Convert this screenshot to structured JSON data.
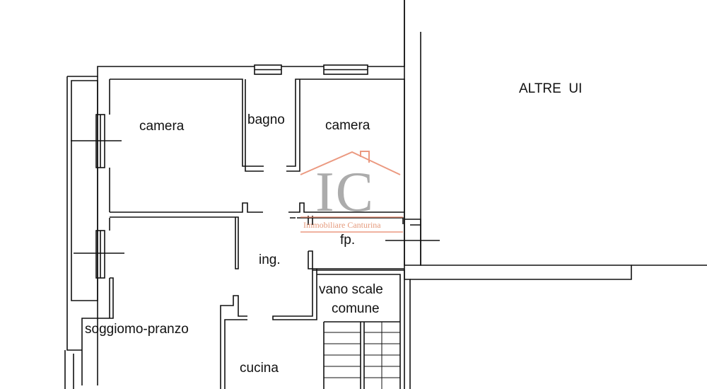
{
  "rooms": {
    "camera_left": "camera",
    "bagno": "bagno",
    "camera_right": "camera",
    "altre_ui": "ALTRE  UI",
    "ingresso": "ing.",
    "fp": "fp.",
    "vano_scale_line1": "vano scale",
    "vano_scale_line2": "comune",
    "soggiorno": "soggiomo-pranzo",
    "cucina": "cucina"
  },
  "watermark": {
    "letters": "IC",
    "company": "Immobiliare Canturina",
    "accent_color": "#e8876a",
    "letters_color": "#8a8a8a"
  }
}
